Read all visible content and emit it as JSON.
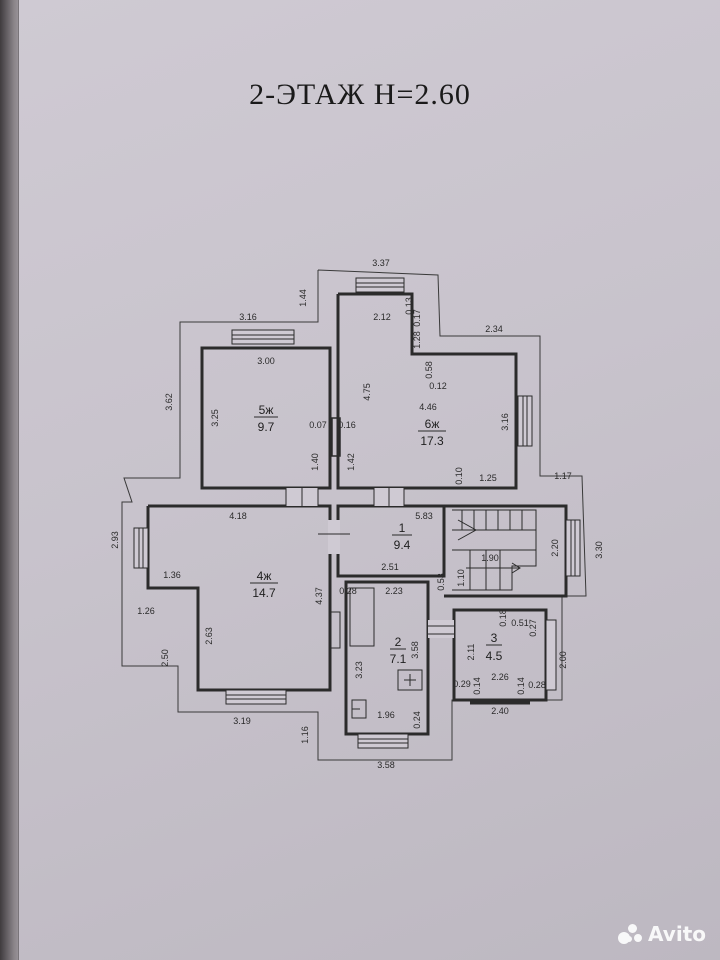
{
  "title": "2-ЭТАЖ  H=2.60",
  "watermark": "Avito",
  "rooms": [
    {
      "number": "5ж",
      "area": "9.7"
    },
    {
      "number": "6ж",
      "area": "17.3"
    },
    {
      "number": "4ж",
      "area": "14.7"
    },
    {
      "number": "1",
      "area": "9.4"
    },
    {
      "number": "2",
      "area": "7.1"
    },
    {
      "number": "3",
      "area": "4.5"
    }
  ],
  "dimensions": {
    "d_337": "3.37",
    "d_144": "1.44",
    "d_316": "3.16",
    "d_212": "2.12",
    "d_013": "0.13",
    "d_017": "0.17",
    "d_128": "1.28",
    "d_234": "2.34",
    "d_300": "3.00",
    "d_058": "0.58",
    "d_012": "0.12",
    "d_362": "3.62",
    "d_325": "3.25",
    "d_475": "4.75",
    "d_446": "4.46",
    "d_007": "0.07",
    "d_016": "0.16",
    "d_316b": "3.16",
    "d_140": "1.40",
    "d_142": "1.42",
    "d_010": "0.10",
    "d_125": "1.25",
    "d_117": "1.17",
    "d_293": "2.93",
    "d_418": "4.18",
    "d_583": "5.83",
    "d_220": "2.20",
    "d_330": "3.30",
    "d_190": "1.90",
    "d_136": "1.36",
    "d_110": "1.10",
    "d_251": "2.51",
    "d_053": "0.53",
    "d_437": "4.37",
    "d_028": "0.28",
    "d_223": "2.23",
    "d_126": "1.26",
    "d_263": "2.63",
    "d_018": "0.18",
    "d_051": "0.51",
    "d_027": "0.27",
    "d_250": "2.50",
    "d_323": "3.23",
    "d_358": "3.58",
    "d_211": "2.11",
    "d_200": "2.00",
    "d_226": "2.26",
    "d_029": "0.29",
    "d_014": "0.14",
    "d_014b": "0.14",
    "d_028b": "0.28",
    "d_196": "1.96",
    "d_024": "0.24",
    "d_240": "2.40",
    "d_319": "3.19",
    "d_116": "1.16",
    "d_358b": "3.58"
  }
}
